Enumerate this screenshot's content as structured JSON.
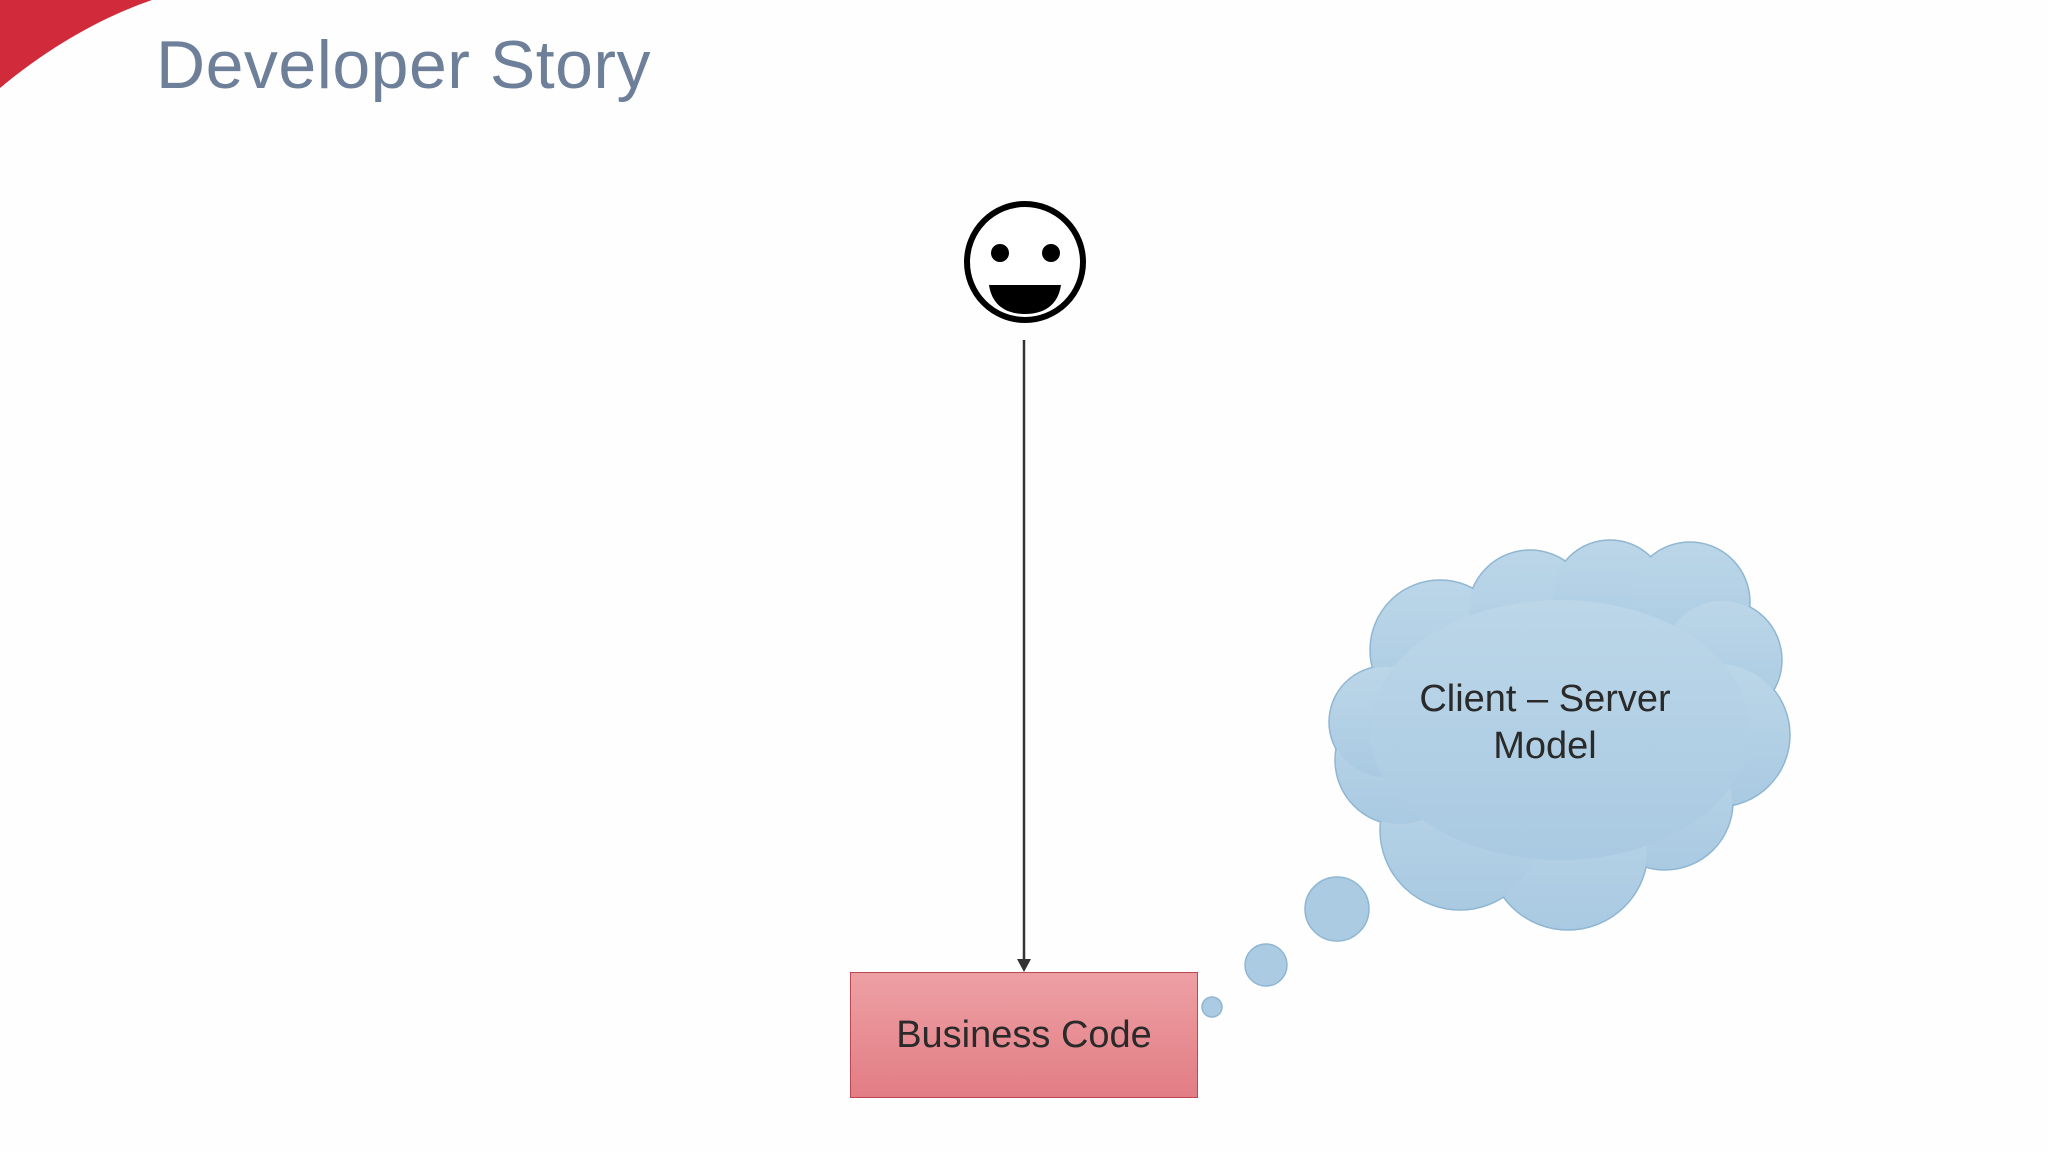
{
  "slide": {
    "title": "Developer Story"
  },
  "diagram": {
    "actor": {
      "icon": "smiley-face-icon"
    },
    "business_box": {
      "label": "Business Code",
      "fill_top": "#eda0a4",
      "fill_bottom": "#e27d84"
    },
    "thought_cloud": {
      "line1": "Client – Server",
      "line2": "Model",
      "fill": "#b4d1e5"
    }
  },
  "colors": {
    "title": "#6e7f99",
    "accent_red": "#d12a3a",
    "box_border": "#c0474f",
    "cloud_border": "#8fb6d3"
  }
}
